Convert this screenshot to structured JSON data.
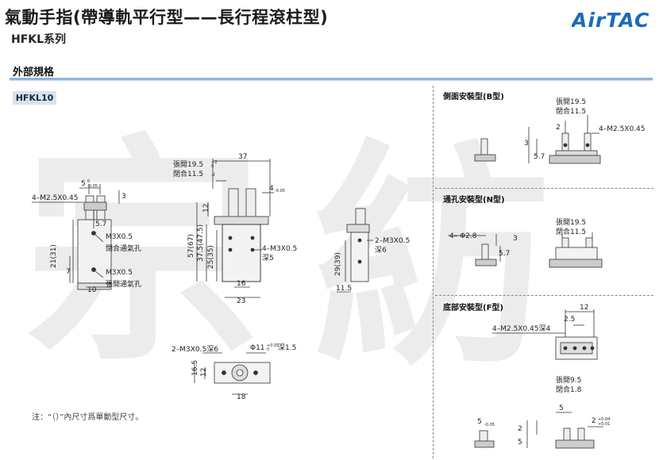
{
  "header": {
    "title": "氣動手指(帶導軌平行型——長行程滾柱型)",
    "subtitle": "HFKL系列",
    "logo_text": "AirTAC"
  },
  "section": {
    "title": "外部規格",
    "model_tag": "HFKL10"
  },
  "side_sections": {
    "side_mount": "側面安裝型(B型)",
    "through_hole": "通孔安裝型(N型)",
    "bottom_mount": "底部安裝型(F型)"
  },
  "note": "注：“（）”內尺寸爲單動型尺寸。",
  "watermark": {
    "char1": "宗",
    "char2": "紡"
  },
  "labels": {
    "thread_top": "4–M2.5X0.45",
    "dim_5": "5",
    "tol_5_up": "0",
    "tol_5_dn": "-0.05",
    "dim_3": "3",
    "dim_57": "5.7",
    "m3_closed": "M3X0.5",
    "closed_port": "閉合通氣孔",
    "m3_open": "M3X0.5",
    "open_port": "張開通氣孔",
    "dim_21_31": "21(31)",
    "dim_7": "7",
    "dim_10": "10",
    "open_195": "張開19.5",
    "close_115": "閉合11.5",
    "tol_p2": "+2",
    "tol_0": "0",
    "tol_m2": "-2",
    "dim_37": "37",
    "dim_4": "4",
    "tol_4_dn": "-0.05",
    "dim_12": "12",
    "dim_57_67": "57(67)",
    "dim_375": "37.5(47.5)",
    "dim_25_35": "25(35)",
    "m3_deep5": "4–M3X0.5",
    "deep5": "深5",
    "dim_16": "16",
    "dim_23": "23",
    "m3_2_side": "2–M3X0.5",
    "deep6": "深6",
    "dim_29_39": "29(39)",
    "dim_115": "11.5",
    "m3_2_bottom": "2–M3X0.5深6",
    "phi11": "Φ11",
    "phi11_tol_up": "+0.05",
    "phi11_tol_dn": "0",
    "deep15": "深1.5",
    "dim_165": "16.5",
    "dim_12b": "12",
    "dim_18": "18",
    "b_open": "張開19.5",
    "b_close": "閉合11.5",
    "b_dim_2": "2",
    "b_thread": "4–M2.5X0.45",
    "b_dim_3": "3",
    "b_dim_57": "5.7",
    "n_phi": "4– Φ2.8",
    "n_dim_3": "3",
    "n_dim_57": "5.7",
    "n_open": "張開19.5",
    "n_close": "閉合11.5",
    "f_dim_12": "12",
    "f_dim_25": "2.5",
    "f_thread": "4–M2.5X0.45深4",
    "f_open": "張開9.5",
    "f_close": "閉合1.8",
    "f_dim_5": "5",
    "f_tol": "-0.05",
    "f_dim_2": "2",
    "f_dim_5b": "5",
    "f_dim_5c": "5",
    "f_dim_2b": "2",
    "f_tol2_up": "+0.04",
    "f_tol2_dn": "+0.01"
  }
}
